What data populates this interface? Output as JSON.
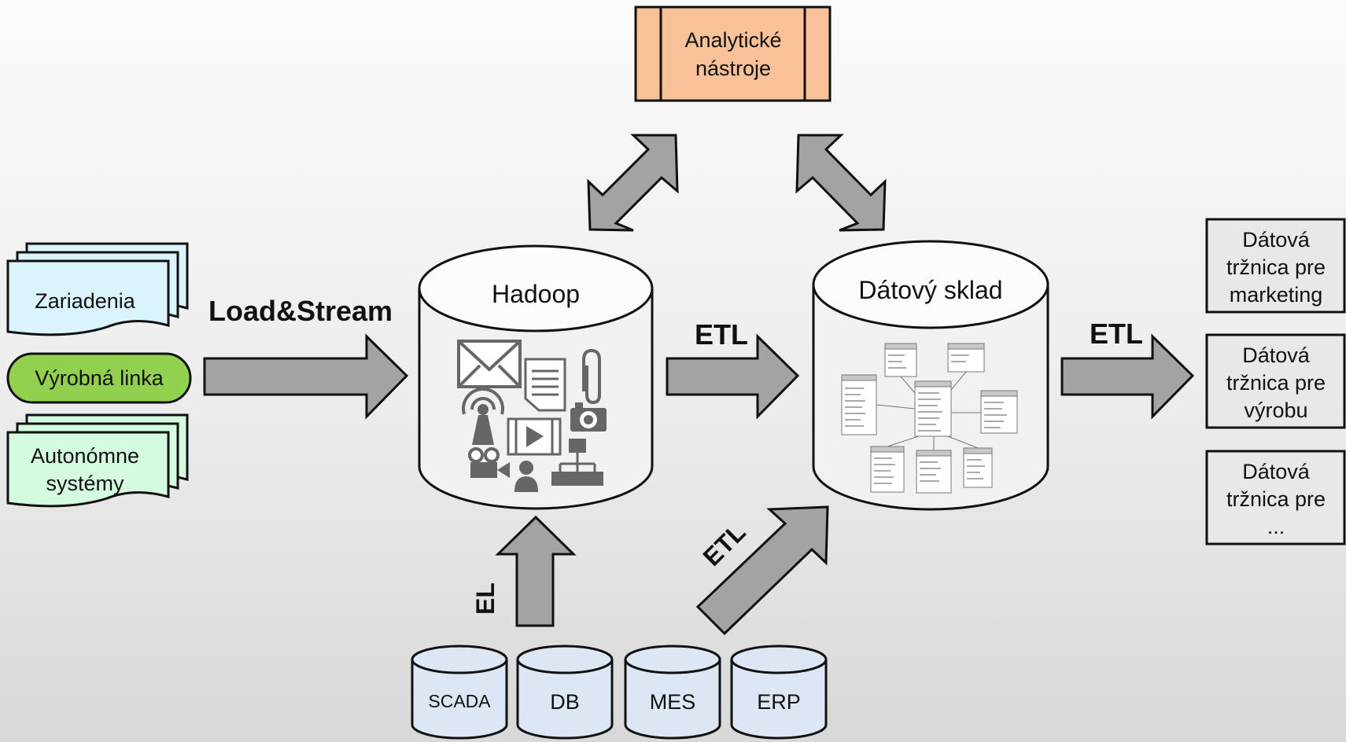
{
  "sources": {
    "devices": "Zariadenia",
    "production_line": "Výrobná linka",
    "autonomous_line1": "Autonómne",
    "autonomous_line2": "systémy"
  },
  "arrows": {
    "load_stream": "Load&Stream",
    "etl_hadoop_dw": "ETL",
    "etl_dw_marts": "ETL",
    "el": "EL",
    "etl_db_dw": "ETL"
  },
  "analytics": {
    "line1": "Analytické",
    "line2": "nástroje"
  },
  "hadoop": {
    "title": "Hadoop"
  },
  "warehouse": {
    "title": "Dátový  sklad"
  },
  "marts": [
    {
      "line1": "Dátová",
      "line2": "tržnica pre",
      "line3": "marketing"
    },
    {
      "line1": "Dátová",
      "line2": "tržnica pre",
      "line3": "výrobu"
    },
    {
      "line1": "Dátová",
      "line2": "tržnica pre",
      "line3": "..."
    }
  ],
  "databases": [
    "SCADA",
    "DB",
    "MES",
    "ERP"
  ],
  "colors": {
    "devices_fill": "#d9f4fd",
    "production_line_fill": "#92d050",
    "autonomous_fill": "#d4fbe0",
    "analytics_fill": "#f9c197",
    "database_fill": "#dce6f4",
    "arrow_fill": "#a3a3a3",
    "mart_fill": "#e8e8e8"
  }
}
